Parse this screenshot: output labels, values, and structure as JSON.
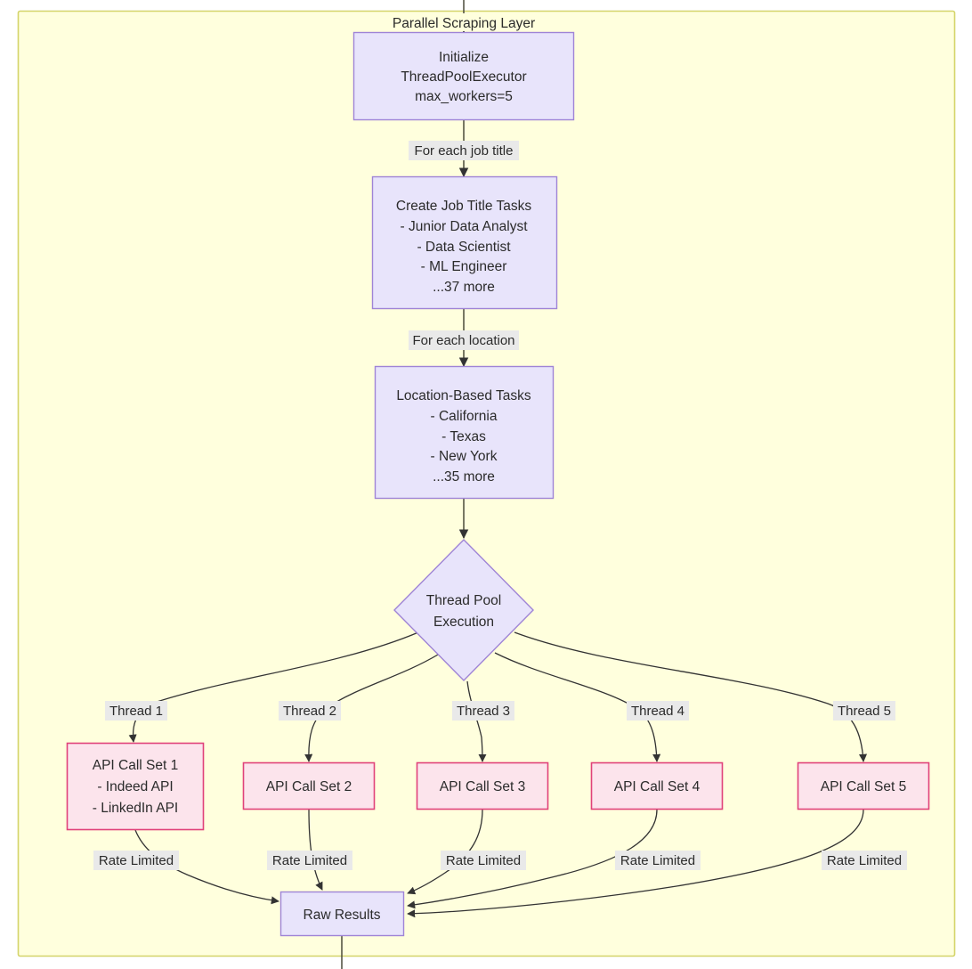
{
  "diagram": {
    "type": "flowchart",
    "cluster": {
      "title": "Parallel Scraping Layer",
      "fill": "#ffffdd",
      "stroke": "#d4d46a"
    },
    "theme": {
      "process_fill": "#e8e4fb",
      "process_stroke": "#9f84d6",
      "api_fill": "#fce4ec",
      "api_stroke": "#e0427a",
      "edge_stroke": "#333333",
      "label_bg": "#e9e9e9",
      "text": "#2b2b2b"
    },
    "nodes": [
      {
        "id": "init",
        "shape": "rect",
        "style": "process",
        "lines": [
          "Initialize",
          "ThreadPoolExecutor",
          "max_workers=5"
        ]
      },
      {
        "id": "job-title-tasks",
        "shape": "rect",
        "style": "process",
        "lines": [
          "Create Job Title Tasks",
          "- Junior Data Analyst",
          "- Data Scientist",
          "- ML Engineer",
          "...37 more"
        ]
      },
      {
        "id": "location-tasks",
        "shape": "rect",
        "style": "process",
        "lines": [
          "Location-Based Tasks",
          "- California",
          "- Texas",
          "- New York",
          "...35 more"
        ]
      },
      {
        "id": "thread-pool-execution",
        "shape": "diamond",
        "style": "process",
        "lines": [
          "Thread Pool",
          "Execution"
        ]
      },
      {
        "id": "api-call-set-1",
        "shape": "rect",
        "style": "api",
        "lines": [
          "API Call Set 1",
          "- Indeed API",
          "- LinkedIn API"
        ]
      },
      {
        "id": "api-call-set-2",
        "shape": "rect",
        "style": "api",
        "lines": [
          "API Call Set 2"
        ]
      },
      {
        "id": "api-call-set-3",
        "shape": "rect",
        "style": "api",
        "lines": [
          "API Call Set 3"
        ]
      },
      {
        "id": "api-call-set-4",
        "shape": "rect",
        "style": "api",
        "lines": [
          "API Call Set 4"
        ]
      },
      {
        "id": "api-call-set-5",
        "shape": "rect",
        "style": "api",
        "lines": [
          "API Call Set 5"
        ]
      },
      {
        "id": "raw-results",
        "shape": "rect",
        "style": "process",
        "lines": [
          "Raw Results"
        ]
      }
    ],
    "edge_labels": {
      "init_to_jobs": "For each job title",
      "jobs_to_locations": "For each location",
      "thread_1": "Thread 1",
      "thread_2": "Thread 2",
      "thread_3": "Thread 3",
      "thread_4": "Thread 4",
      "thread_5": "Thread 5",
      "rate_limited_1": "Rate Limited",
      "rate_limited_2": "Rate Limited",
      "rate_limited_3": "Rate Limited",
      "rate_limited_4": "Rate Limited",
      "rate_limited_5": "Rate Limited"
    }
  }
}
